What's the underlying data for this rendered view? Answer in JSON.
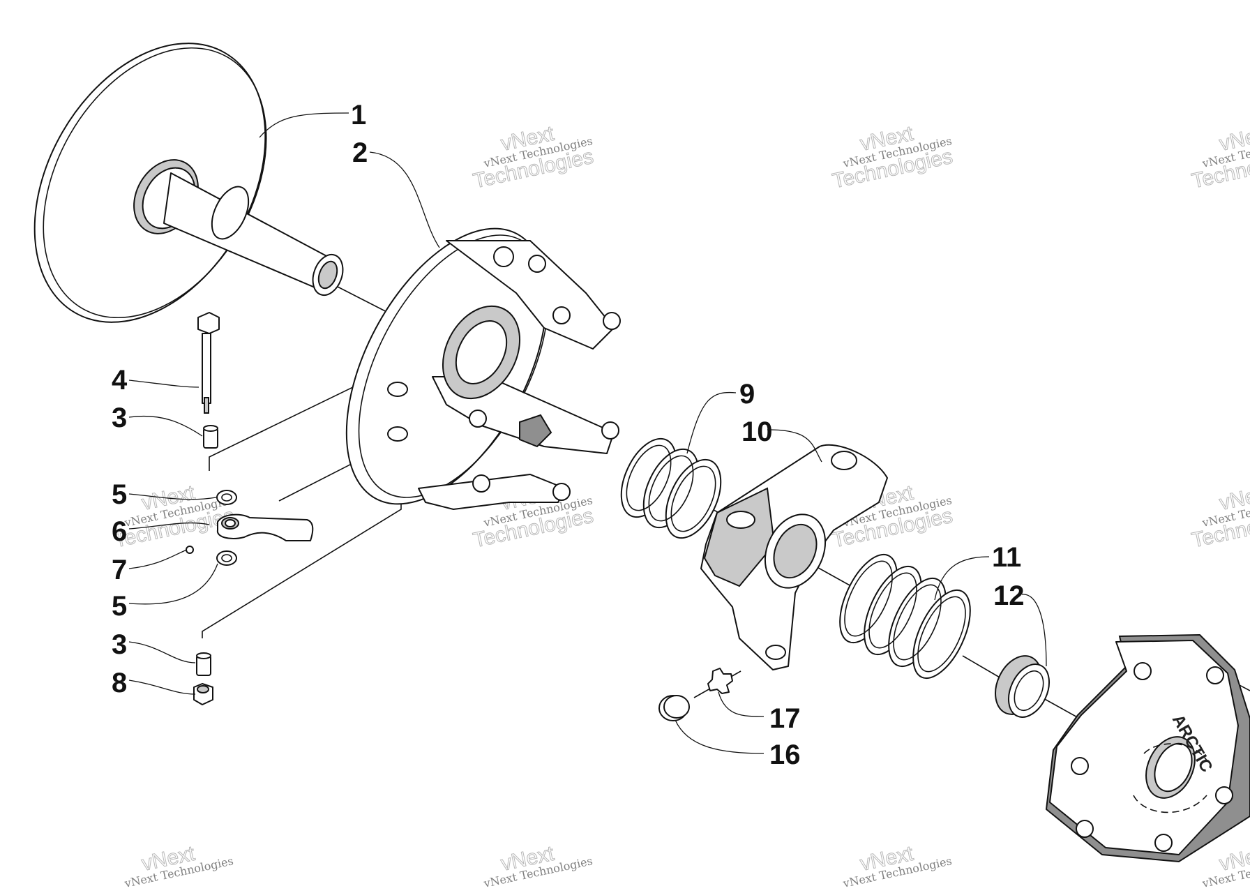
{
  "diagram": {
    "callouts": [
      {
        "id": "1",
        "label": "1"
      },
      {
        "id": "2",
        "label": "2"
      },
      {
        "id": "4",
        "label": "4"
      },
      {
        "id": "3a",
        "label": "3"
      },
      {
        "id": "5a",
        "label": "5"
      },
      {
        "id": "6",
        "label": "6"
      },
      {
        "id": "7",
        "label": "7"
      },
      {
        "id": "5b",
        "label": "5"
      },
      {
        "id": "3b",
        "label": "3"
      },
      {
        "id": "8",
        "label": "8"
      },
      {
        "id": "9",
        "label": "9"
      },
      {
        "id": "10",
        "label": "10"
      },
      {
        "id": "11",
        "label": "11"
      },
      {
        "id": "12",
        "label": "12"
      },
      {
        "id": "17",
        "label": "17"
      },
      {
        "id": "16",
        "label": "16"
      }
    ],
    "cover_brand_text": "ARCTIC"
  },
  "watermark": {
    "line1": "vNext Technologies",
    "line2": "vNext",
    "line3": "Technologies"
  }
}
